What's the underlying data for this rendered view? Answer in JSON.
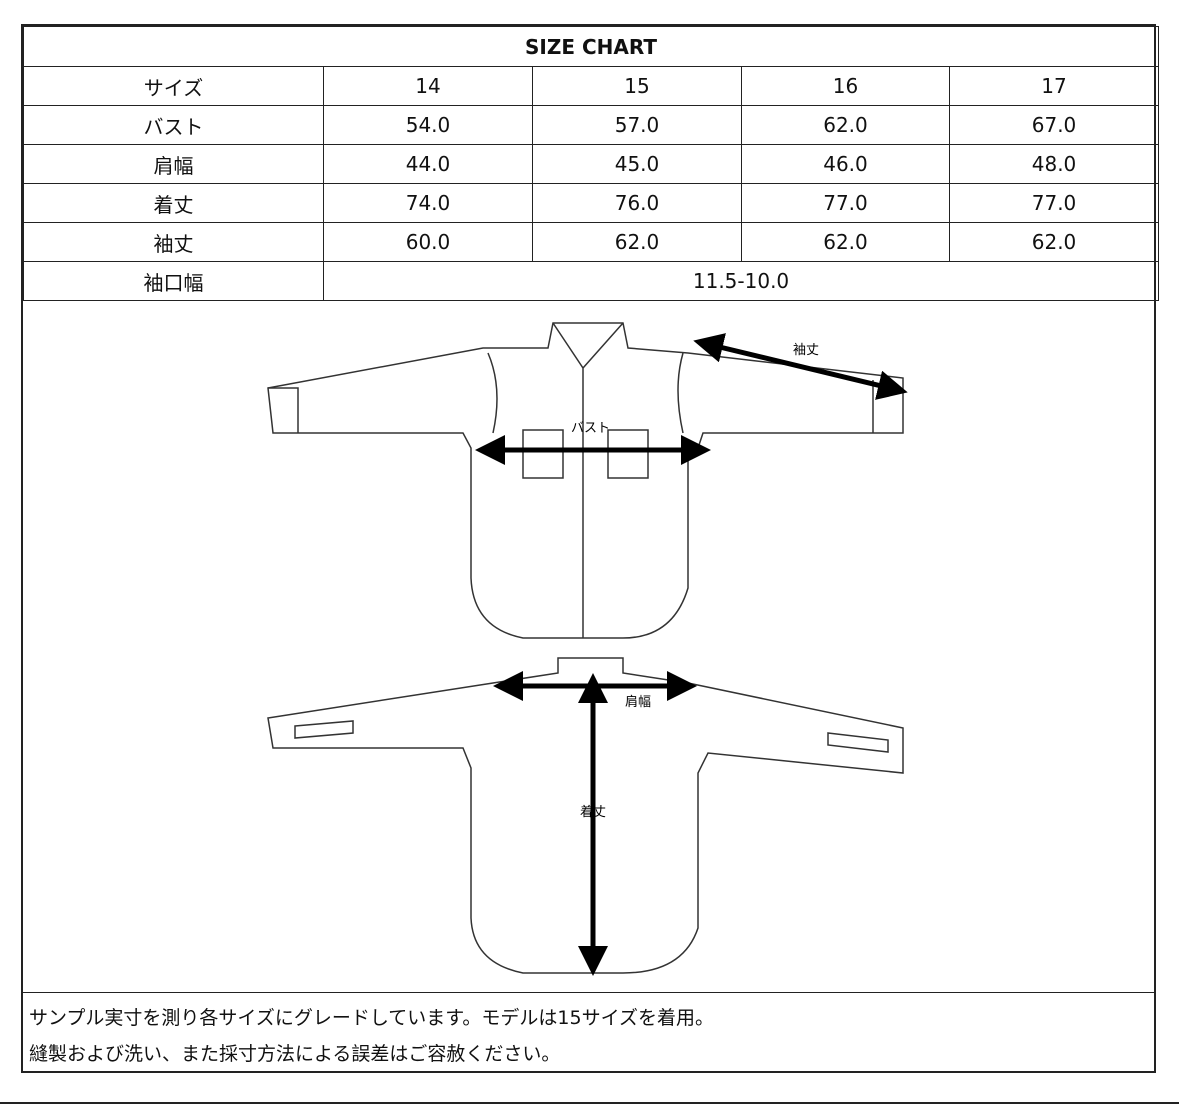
{
  "title": "SIZE CHART",
  "header": {
    "label": "サイズ",
    "sizes": [
      "14",
      "15",
      "16",
      "17"
    ]
  },
  "rows": [
    {
      "label": "バスト",
      "values": [
        "54.0",
        "57.0",
        "62.0",
        "67.0"
      ]
    },
    {
      "label": "肩幅",
      "values": [
        "44.0",
        "45.0",
        "46.0",
        "48.0"
      ]
    },
    {
      "label": "着丈",
      "values": [
        "74.0",
        "76.0",
        "77.0",
        "77.0"
      ]
    },
    {
      "label": "袖丈",
      "values": [
        "60.0",
        "62.0",
        "62.0",
        "62.0"
      ]
    }
  ],
  "cuff": {
    "label": "袖口幅",
    "value": "11.5-10.0"
  },
  "diagram": {
    "sleeve": "袖丈",
    "bust": "バスト",
    "shoulder": "肩幅",
    "length": "着丈"
  },
  "notes": [
    "サンプル実寸を測り各サイズにグレードしています。モデルは15サイズを着用。",
    "縫製および洗い、また採寸方法による誤差はご容赦ください。"
  ]
}
